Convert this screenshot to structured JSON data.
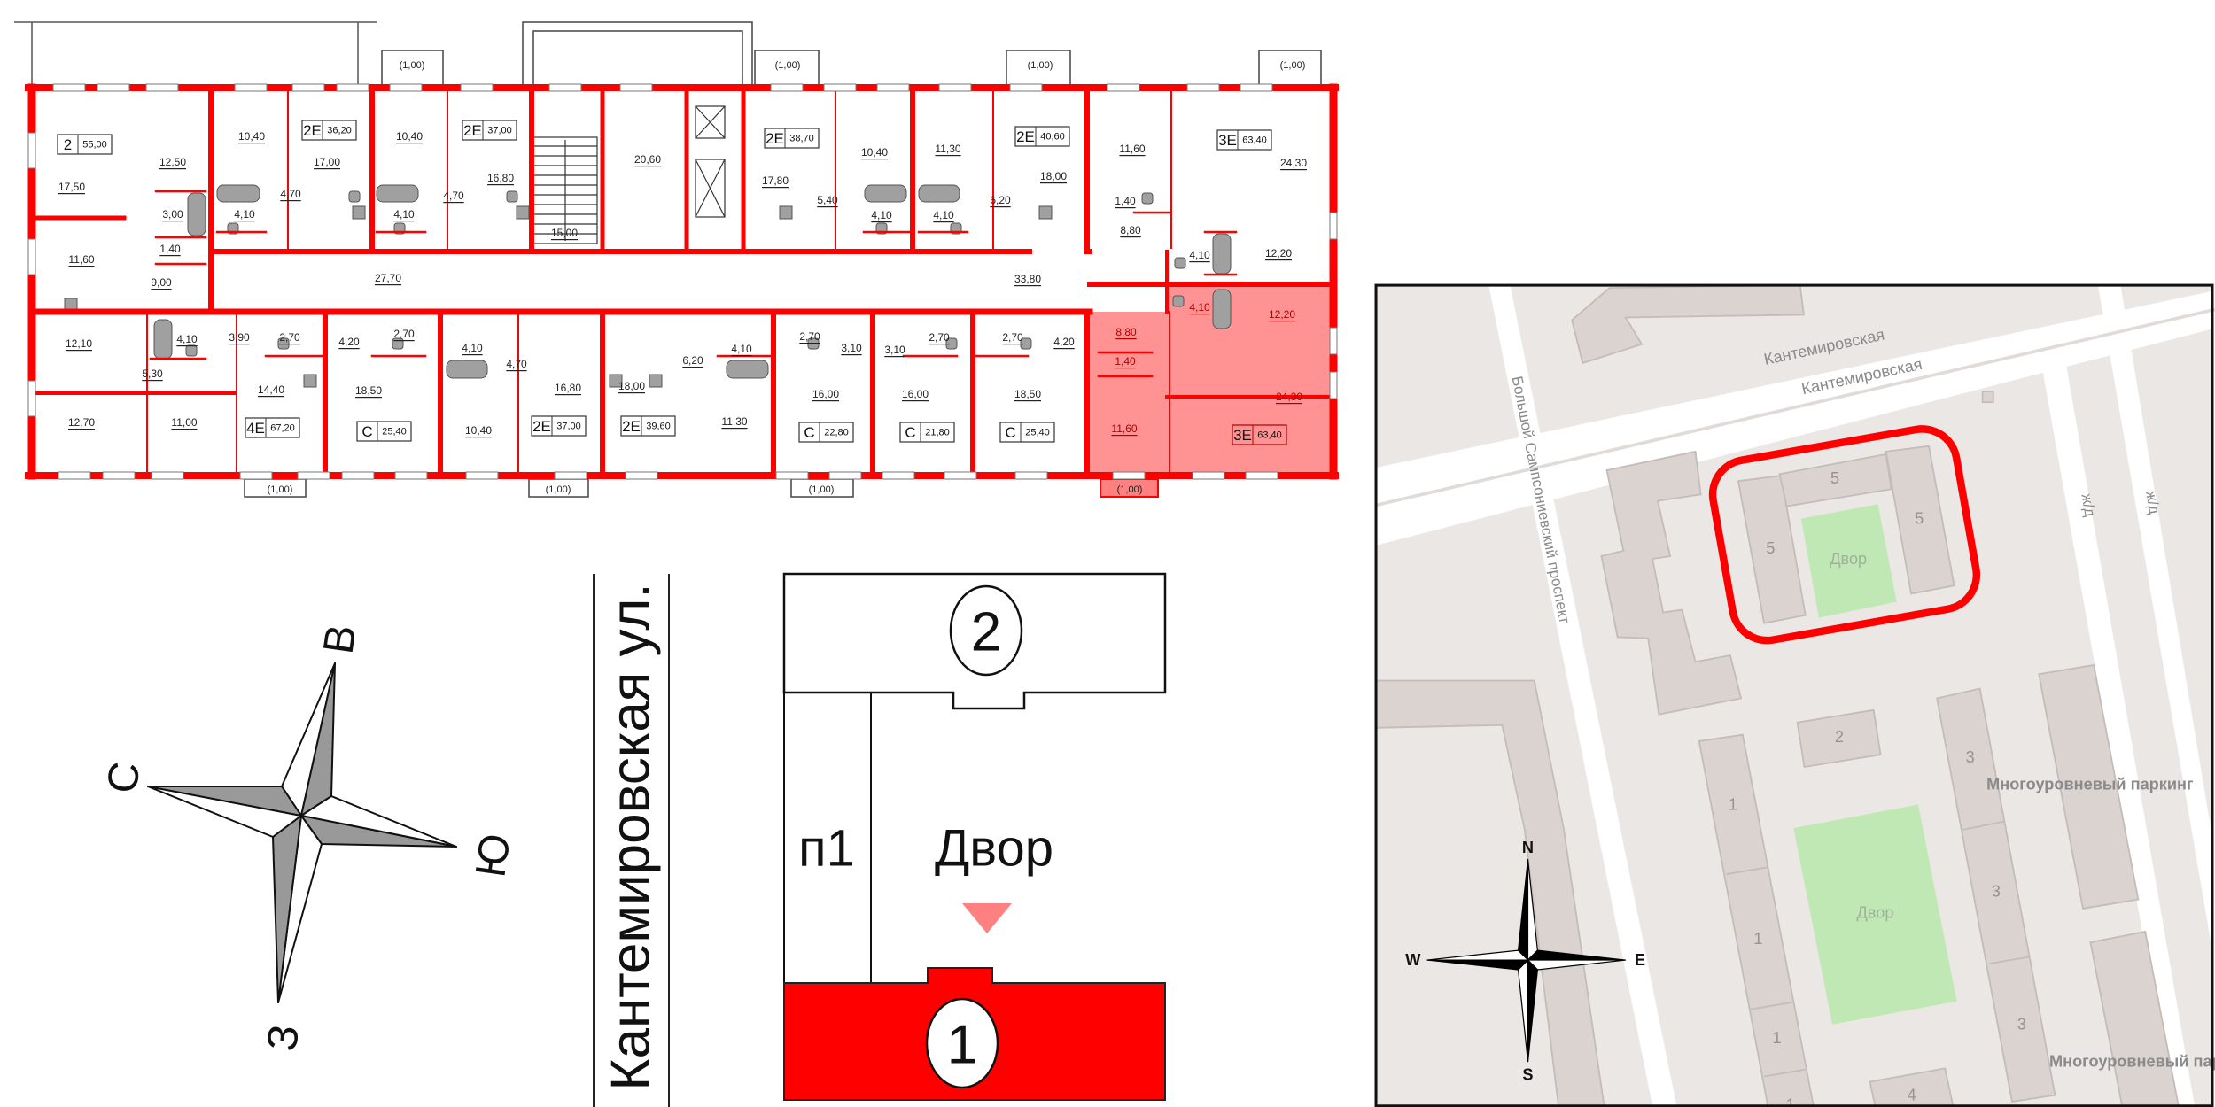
{
  "plan": {
    "wall_color": "#ff0000",
    "fixture_color": "#a0a0a0",
    "rooms": [
      "17,50",
      "12,50",
      "3,00",
      "1,40",
      "11,60",
      "9,00",
      "10,40",
      "17,00",
      "4,70",
      "4,10",
      "10,40",
      "4,10",
      "4,70",
      "16,80",
      "15,00",
      "20,60",
      "27,70",
      "17,80",
      "10,40",
      "11,30",
      "5,40",
      "4,10",
      "4,10",
      "6,20",
      "18,00",
      "11,60",
      "1,40",
      "8,80",
      "24,30",
      "4,10",
      "12,20",
      "33,80",
      "12,10",
      "4,10",
      "3,90",
      "2,70",
      "4,20",
      "2,70",
      "4,10",
      "4,70",
      "5,30",
      "14,40",
      "18,50",
      "16,80",
      "18,00",
      "12,70",
      "11,00",
      "10,40",
      "6,20",
      "4,10",
      "2,70",
      "3,10",
      "3,10",
      "2,70",
      "2,70",
      "4,20",
      "16,00",
      "16,00",
      "18,50",
      "11,30"
    ],
    "apartments": [
      {
        "type": "2",
        "area": "55,00"
      },
      {
        "type": "2Е",
        "area": "36,20"
      },
      {
        "type": "2Е",
        "area": "37,00"
      },
      {
        "type": "2Е",
        "area": "38,70"
      },
      {
        "type": "2Е",
        "area": "40,60"
      },
      {
        "type": "3Е",
        "area": "63,40"
      },
      {
        "type": "4Е",
        "area": "67,20"
      },
      {
        "type": "С",
        "area": "25,40"
      },
      {
        "type": "2Е",
        "area": "37,00"
      },
      {
        "type": "2Е",
        "area": "39,60"
      },
      {
        "type": "С",
        "area": "22,80"
      },
      {
        "type": "С",
        "area": "21,80"
      },
      {
        "type": "С",
        "area": "25,40"
      }
    ],
    "balconies": [
      "(1,00)",
      "(1,00)",
      "(1,00)",
      "(1,00)",
      "(1,00)",
      "(1,00)",
      "(1,00)"
    ],
    "highlighted_apartment": {
      "type": "3Е",
      "area": "63,40",
      "color": "#ff8080",
      "rooms": [
        "8,80",
        "1,40",
        "4,10",
        "12,20",
        "24,30",
        "11,60"
      ],
      "balcony": "(1,00)"
    }
  },
  "compass": {
    "north": "С",
    "east": "В",
    "south": "Ю",
    "west": "З"
  },
  "scheme": {
    "street": "Кантемировская ул.",
    "section_2": "2",
    "section_1": "1",
    "passage": "п1",
    "courtyard": "Двор",
    "active_color": "#ff0000",
    "entrance_marker_color": "#ff8080"
  },
  "map": {
    "streets": [
      "Кантемировская",
      "Кантемировская",
      "Большой Сампсониевский проспект",
      "ж/д",
      "ж/д"
    ],
    "building_numbers": [
      "5",
      "5",
      "5",
      "2",
      "1",
      "1",
      "1",
      "1",
      "3",
      "3",
      "3",
      "4"
    ],
    "courtyards": [
      "Двор",
      "Двор"
    ],
    "parking": [
      "Многоуровневый паркинг",
      "Многоуровневый пар"
    ],
    "compass": {
      "n": "N",
      "s": "S",
      "e": "E",
      "w": "W"
    },
    "highlight_color": "#ff0000",
    "green_color": "#c0e8b4",
    "building_color": "#dad3d0",
    "ground_color": "#ebe7e4"
  }
}
